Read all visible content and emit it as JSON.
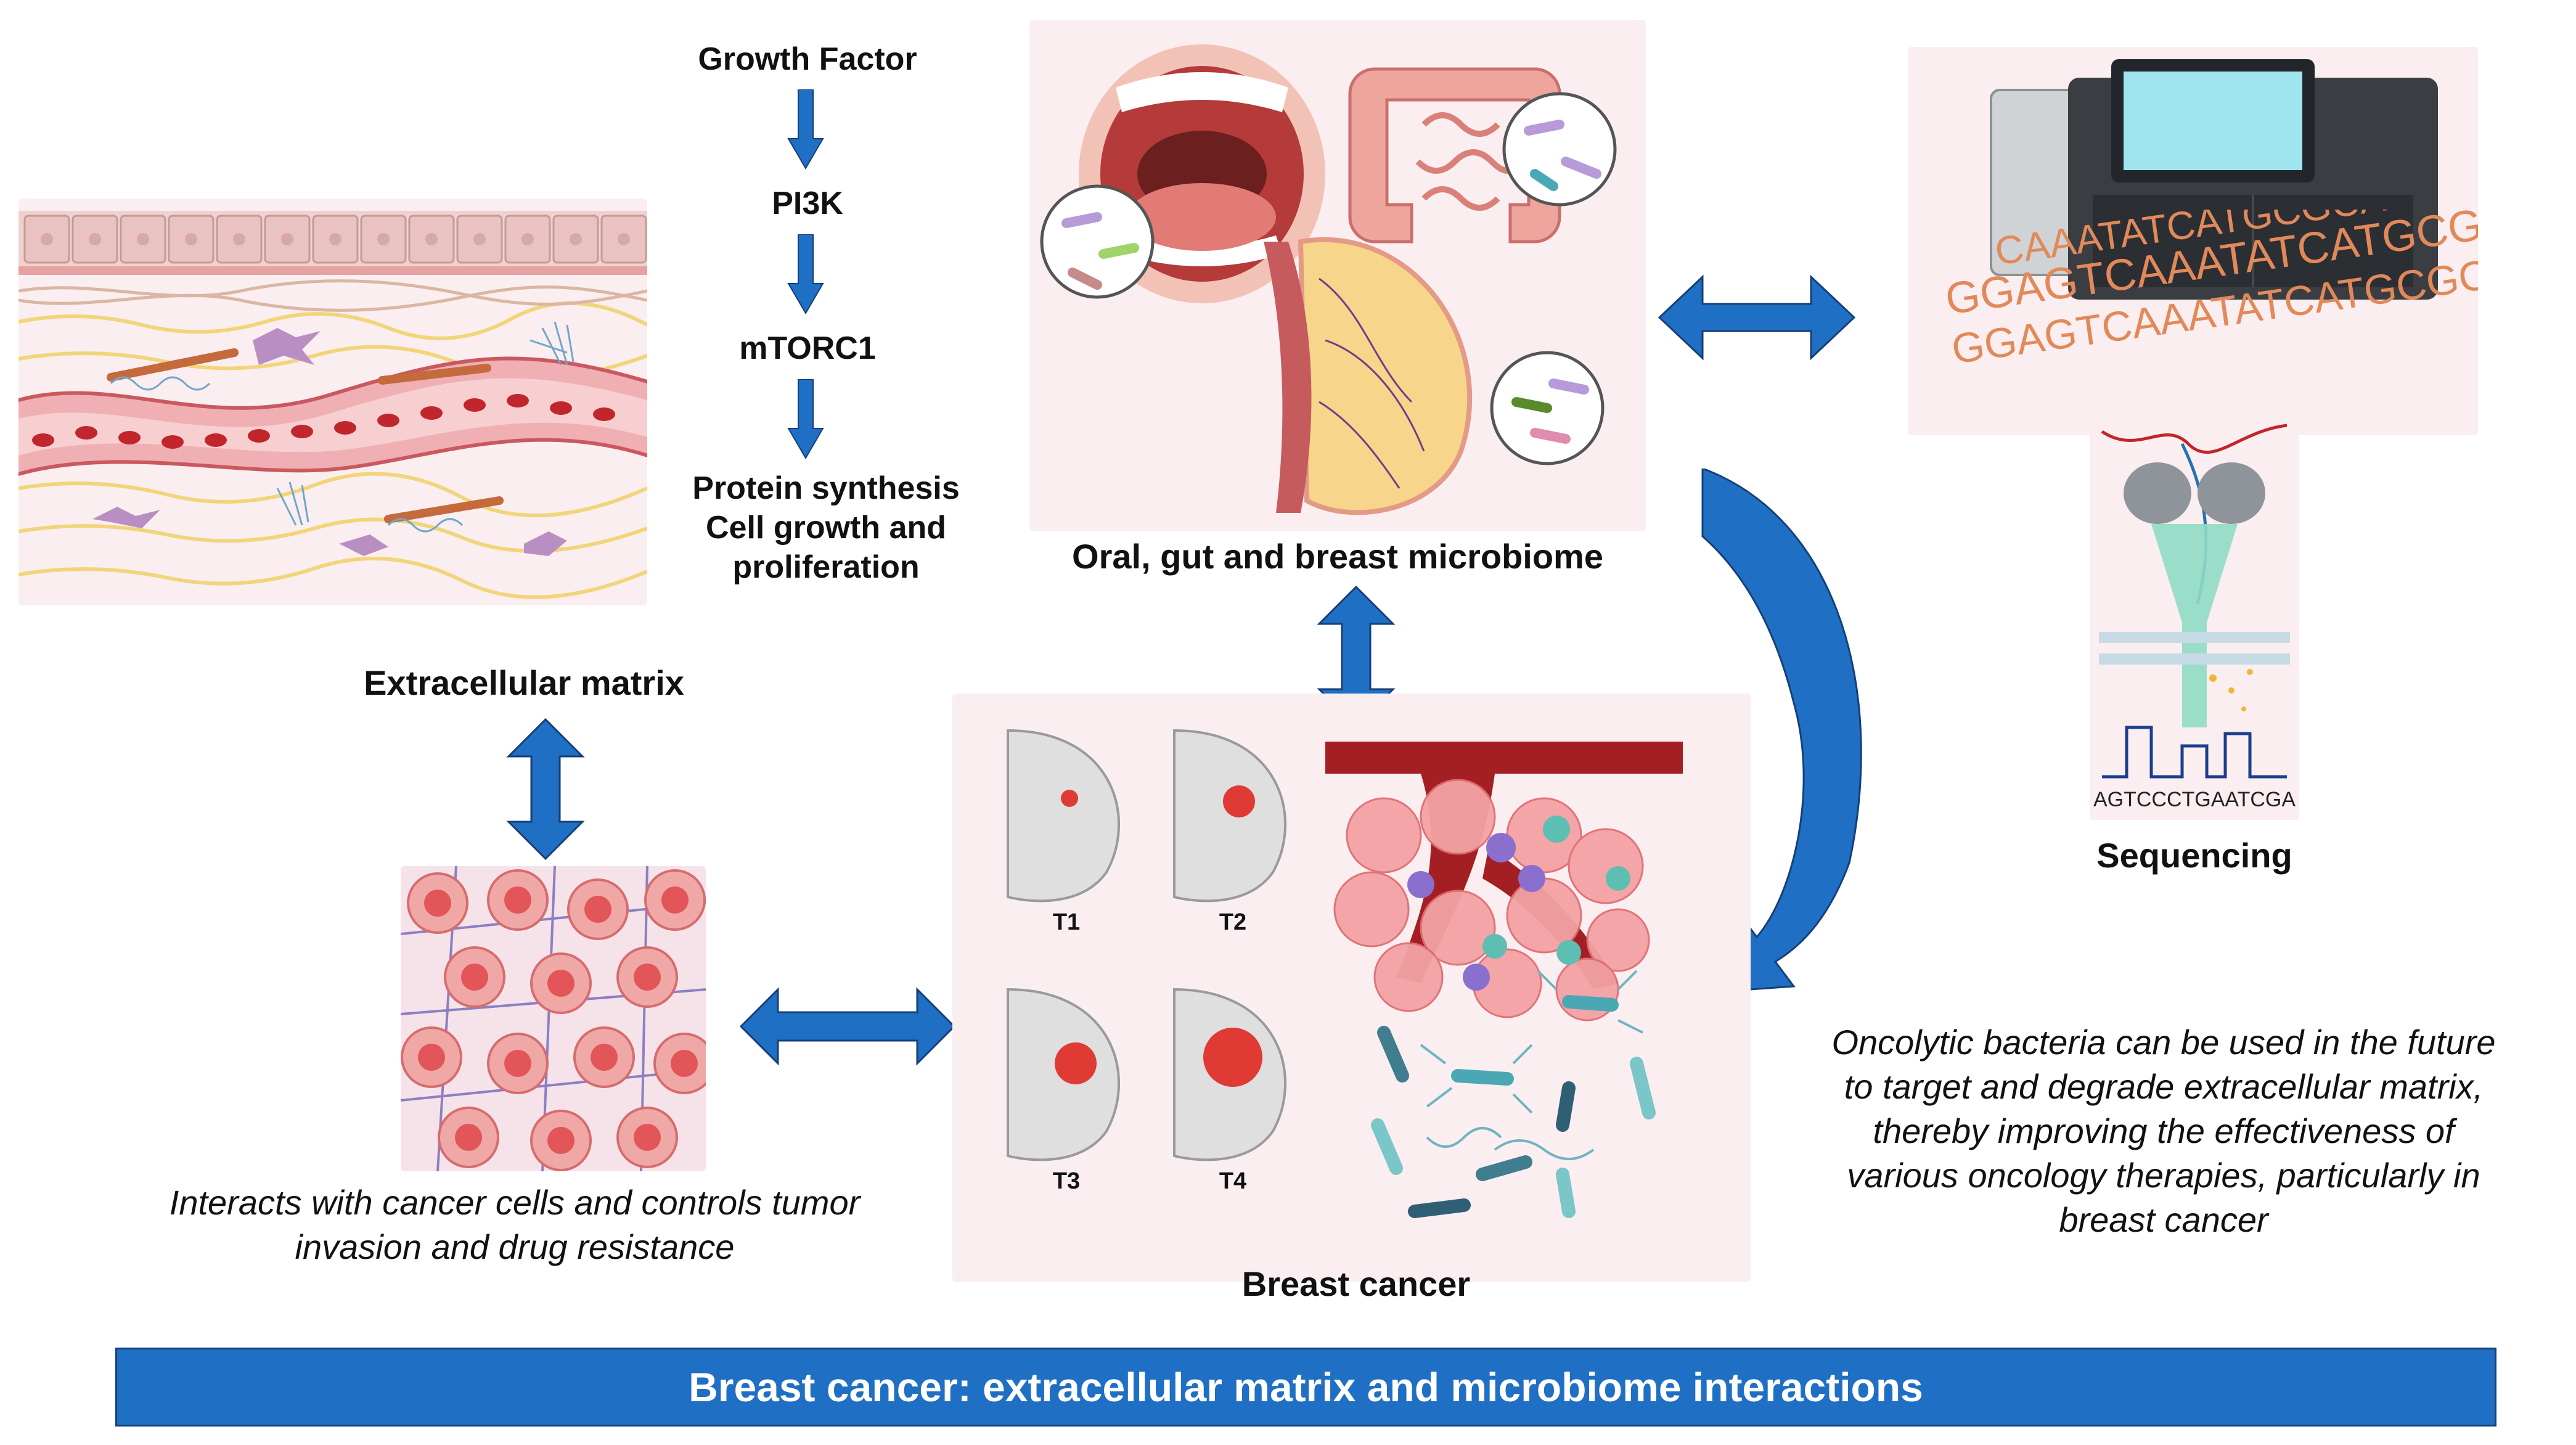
{
  "pathway": {
    "steps": [
      "Growth Factor",
      "PI3K",
      "mTORC1"
    ],
    "outcome_lines": [
      "Protein synthesis",
      "Cell growth and",
      "proliferation"
    ]
  },
  "labels": {
    "microbiome": "Oral, gut and breast microbiome",
    "ecm": "Extracellular matrix",
    "breast_cancer": "Breast cancer",
    "sequencing": "Sequencing"
  },
  "stages": [
    "T1",
    "T2",
    "T3",
    "T4"
  ],
  "sequence": {
    "readout": "AGTCCCTGAATCGA",
    "strands": [
      "CAAATATCATGCGCAT",
      "GGAGTCAAATATCATGCG",
      "GGAGTCAAATATCATGCGCAT"
    ]
  },
  "captions": {
    "ecm_role_lines": [
      "Interacts with cancer cells and controls tumor",
      "invasion and drug resistance"
    ],
    "oncolytic_lines": [
      "Oncolytic bacteria can be used in the future",
      "to target and degrade extracellular matrix,",
      "thereby improving the effectiveness of",
      "various oncology therapies, particularly in",
      "breast cancer"
    ]
  },
  "banner": "Breast cancer: extracellular matrix and microbiome interactions",
  "colors": {
    "arrow": "#1f6fc4",
    "banner": "#1f6fc4",
    "panel": "#fbeef0",
    "tissue_pink": "#e9a4a7",
    "vessel_red": "#c0262c"
  }
}
